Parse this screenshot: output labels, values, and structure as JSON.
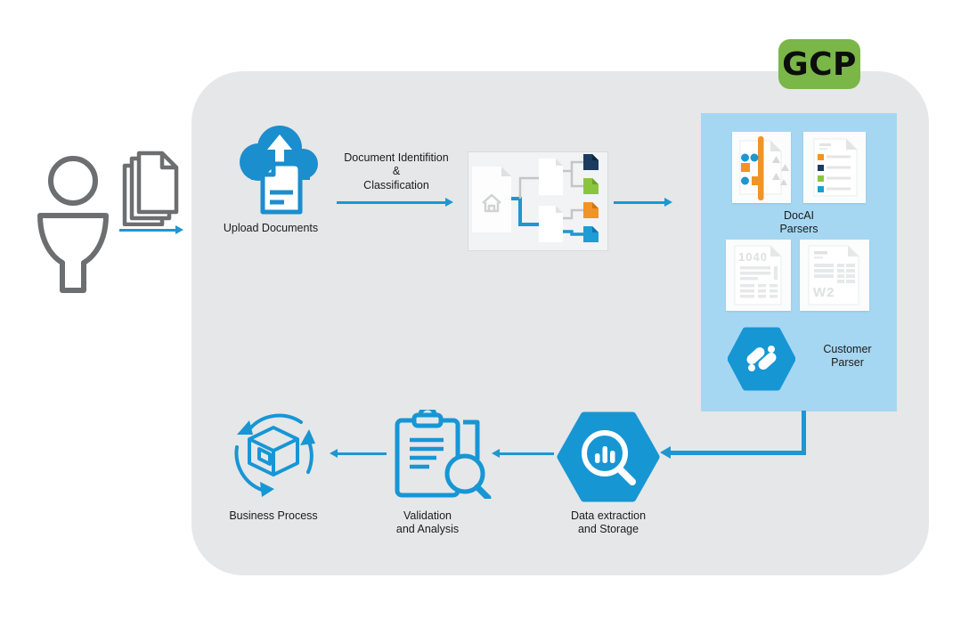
{
  "badge": {
    "label": "GCP"
  },
  "colors": {
    "primary_blue": "#1e96d2",
    "cloud_blue": "#1b8ecd",
    "panel_blue": "#a6d7f2",
    "container_gray": "#e6e7e8",
    "icon_gray": "#6d6e70",
    "gcp_green": "#7ab648",
    "mini_doc_navy": "#1c3c5e",
    "mini_doc_green": "#8bc540",
    "mini_doc_orange": "#f09426",
    "mini_doc_blue": "#1e9cd7"
  },
  "labels": {
    "upload": "Upload Documents",
    "identification_line1": "Document Identifition",
    "identification_line2": "&",
    "identification_line3": "Classification",
    "docai_line1": "DocAI",
    "docai_line2": "Parsers",
    "form_1040": "1040",
    "form_w2": "W2",
    "customer_line1": "Customer",
    "customer_line2": "Parser",
    "extraction_line1": "Data extraction",
    "extraction_line2": "and Storage",
    "validation_line1": "Validation",
    "validation_line2": "and Analysis",
    "business": "Business Process"
  }
}
